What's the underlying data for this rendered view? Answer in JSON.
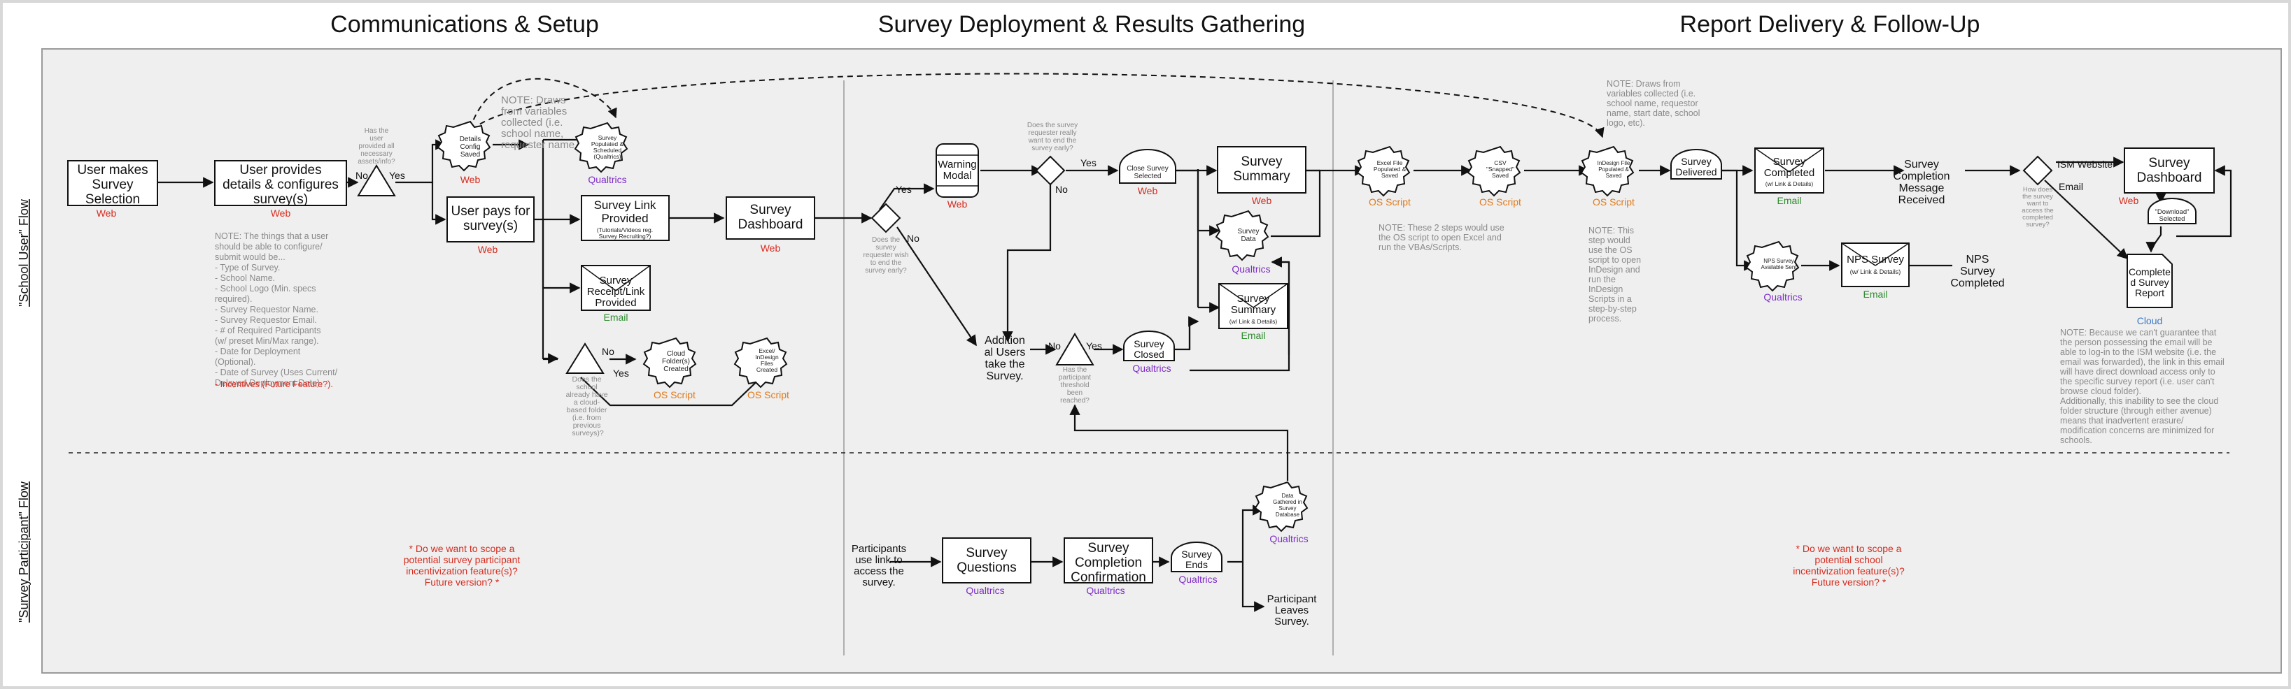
{
  "sections": {
    "comms": "Communications & Setup",
    "deploy": "Survey Deployment & Results Gathering",
    "report": "Report Delivery & Follow-Up"
  },
  "lanes": {
    "school": "\"School User\" Flow",
    "participant": "\"Survey Participant\" Flow"
  },
  "captions": {
    "web": "Web",
    "qualtrics": "Qualtrics",
    "os_script": "OS Script",
    "email": "Email",
    "cloud": "Cloud"
  },
  "labels": {
    "yes": "Yes",
    "no": "No",
    "ism_website": "ISM Website",
    "email": "Email"
  },
  "nodes": {
    "user_makes": [
      "User makes",
      "Survey",
      "Selection"
    ],
    "user_provides": [
      "User provides",
      "details & configures",
      "survey(s)"
    ],
    "details_saved": [
      "Details",
      "Config",
      "Saved"
    ],
    "survey_populated": [
      "Survey",
      "Populated &",
      "Scheduled",
      "(Qualtrics)"
    ],
    "user_pays": [
      "User pays for",
      "survey(s)"
    ],
    "survey_link_provided": [
      "Survey Link",
      "Provided"
    ],
    "survey_link_sub": [
      "(Tutorials/Videos reg.",
      "Survey Recruiting?)"
    ],
    "survey_dashboard_1": [
      "Survey",
      "Dashboard"
    ],
    "survey_receipt": [
      "Survey",
      "Receipt/Link",
      "Provided"
    ],
    "cloud_folders": [
      "Cloud",
      "Folder(s)",
      "Created"
    ],
    "excel_files": [
      "Excel/",
      "InDesign",
      "Files",
      "Created"
    ],
    "warning_modal": [
      "Warning",
      "Modal"
    ],
    "close_survey": [
      "Close Survey",
      "Selected"
    ],
    "survey_summary": [
      "Survey",
      "Summary"
    ],
    "survey_data": [
      "Survey",
      "Data"
    ],
    "survey_summary_email": [
      "Survey",
      "Summary"
    ],
    "survey_summary_email_sub": "(w/ Link & Details)",
    "additional_users": [
      "Addition",
      "al Users",
      "take the",
      "Survey."
    ],
    "survey_closed": [
      "Survey",
      "Closed"
    ],
    "excel_file": [
      "Excel File",
      "Populated &",
      "Saved"
    ],
    "csv_saved": [
      "CSV",
      "\"Snapped\"",
      "Saved"
    ],
    "indesign_file": [
      "InDesign File",
      "Populated &",
      "Saved"
    ],
    "survey_delivered": [
      "Survey",
      "Delivered"
    ],
    "survey_completed": [
      "Survey",
      "Completed"
    ],
    "survey_completed_sub": "(w/ Link & Details)",
    "survey_completion_msg": [
      "Survey",
      "Completion",
      "Message",
      "Received"
    ],
    "nps_survey_sent": [
      "NPS Survey",
      "Available Sent"
    ],
    "nps_survey": [
      "NPS Survey"
    ],
    "nps_survey_sub": "(w/ Link & Details)",
    "nps_completed": [
      "NPS",
      "Survey",
      "Completed"
    ],
    "survey_dashboard_2": [
      "Survey",
      "Dashboard"
    ],
    "download_selected": [
      "\"Download\"",
      "Selected"
    ],
    "completed_report": [
      "Complete",
      "d Survey",
      "Report"
    ],
    "participants_use_link": [
      "Participants",
      "use link to",
      "access the",
      "survey."
    ],
    "survey_questions": [
      "Survey",
      "Questions"
    ],
    "survey_completion_confirm": [
      "Survey",
      "Completion",
      "Confirmation"
    ],
    "survey_ends": [
      "Survey",
      "Ends"
    ],
    "data_gathered": [
      "Data",
      "Gathered in",
      "Survey",
      "Database"
    ],
    "participant_leaves": [
      "Participant",
      "Leaves",
      "Survey."
    ]
  },
  "decisions": {
    "has_user_provided": [
      "Has the",
      "user",
      "provided all",
      "necessary",
      "assets/info?"
    ],
    "does_school_have_folder": [
      "Does the",
      "school",
      "already have",
      "a cloud-",
      "based folder",
      "(i.e. from",
      "previous",
      "surveys)?"
    ],
    "does_requester_want_end": [
      "Does the",
      "survey",
      "requester wish",
      "to end the",
      "survey early?"
    ],
    "does_requester_really": [
      "Does the survey",
      "requester really",
      "want to end the",
      "survey early?"
    ],
    "has_threshold": [
      "Has the",
      "participant",
      "threshold",
      "been",
      "reached?"
    ],
    "how_access": [
      "How does",
      "the survey",
      "want to",
      "access the",
      "completed",
      "survey?"
    ]
  },
  "notes": {
    "draws_1": [
      "NOTE: Draws",
      "from variables",
      "collected (i.e.",
      "school name,",
      "requester name..."
    ],
    "draws_2": [
      "NOTE: Draws from",
      "variables collected (i.e.",
      "school name, requestor",
      "name, start date, school",
      "logo, etc)."
    ],
    "configure": [
      "NOTE: The things that a user",
      "should be able to configure/",
      "submit would be...",
      "",
      "-  Type of Survey.",
      "-  School Name.",
      "-  School Logo (Min. specs",
      "   required).",
      "-  Survey Requestor Name.",
      "-  Survey Requestor Email.",
      "-  # of Required Participants",
      "   (w/ preset Min/Max range).",
      "-  Date for Deployment",
      "   (Optional).",
      "-  Date of Survey (Uses Current/",
      "   Delayed Deployment Date)."
    ],
    "configure_red": "-  Incentives (Future Feature?).",
    "os_steps": [
      "NOTE: These 2 steps would use",
      "the OS script to open Excel and",
      "run the VBAs/Scripts."
    ],
    "indesign_step": [
      "NOTE: This",
      "step would",
      "use the OS",
      "script to open",
      "InDesign and",
      "run the",
      "InDesign",
      "Scripts in a",
      "step-by-step",
      "process."
    ],
    "guarantee": [
      "NOTE:  Because we can't guarantee that",
      "the person possessing the email will be",
      "able to log-in to the ISM website (i.e. the",
      "email was forwarded), the link in this email",
      "will have direct download access only to",
      "the specific survey report (i.e. user can't",
      "browse cloud folder).",
      "",
      "Additionally, this inability to see the cloud",
      "folder structure (through either avenue)",
      "means that inadvertent erasure/",
      "modification concerns are minimized for",
      "schools."
    ],
    "incentive_left": [
      "* Do we want to scope a",
      "potential survey participant",
      "incentivization feature(s)?",
      "Future version? *"
    ],
    "incentive_right": [
      "* Do we want to scope a",
      "potential school",
      "incentivization feature(s)?",
      "Future version? *"
    ]
  }
}
